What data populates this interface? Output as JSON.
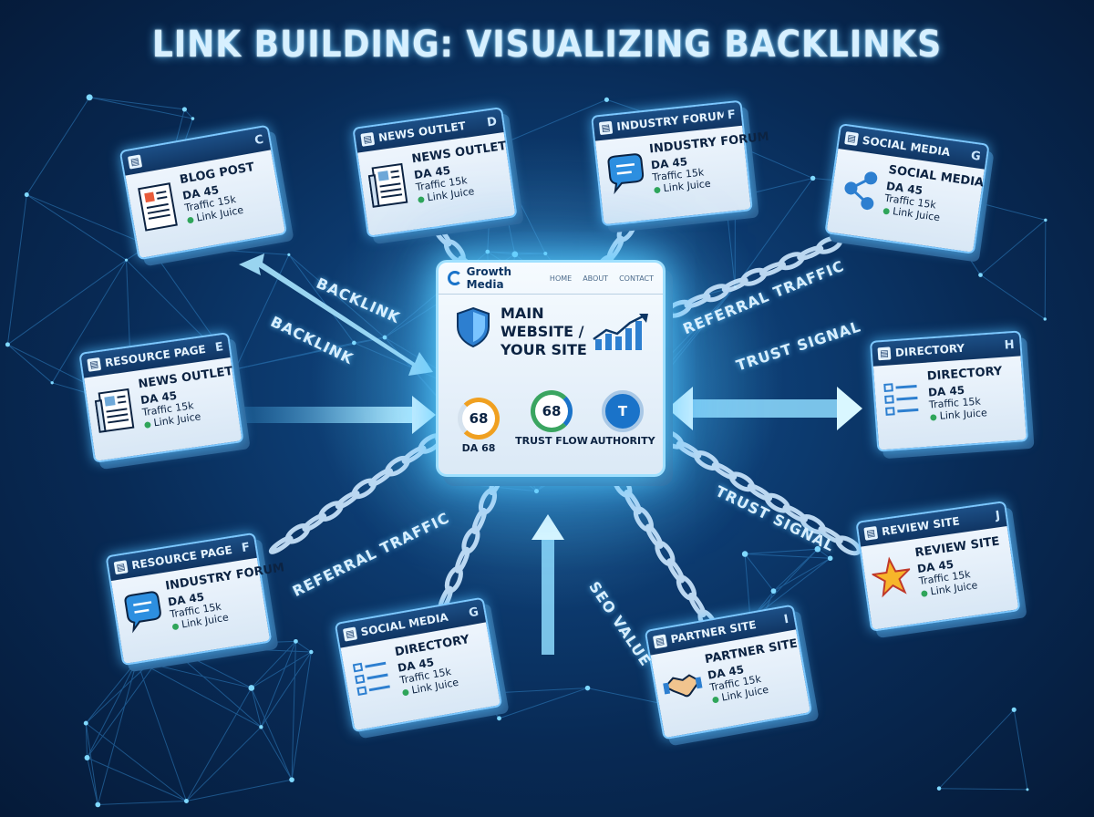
{
  "title": "LINK BUILDING: VISUALIZING BACKLINKS",
  "main_site": {
    "brand": "Growth Media",
    "nav": [
      "HOME",
      "ABOUT",
      "CONTACT"
    ],
    "title": "MAIN WEBSITE / YOUR SITE",
    "metrics": [
      {
        "value": "68",
        "label": "DA 68"
      },
      {
        "value": "68",
        "label": "TRUST FLOW"
      },
      {
        "value": "T",
        "label": "AUTHORITY"
      }
    ]
  },
  "cards": [
    {
      "header": "",
      "letter": "C",
      "name": "BLOG POST",
      "da": "DA 45",
      "traffic": "Traffic 15k",
      "juice": "Link Juice",
      "icon": "document-icon"
    },
    {
      "header": "NEWS OUTLET",
      "letter": "D",
      "name": "NEWS OUTLET",
      "da": "DA 45",
      "traffic": "Traffic 15k",
      "juice": "Link Juice",
      "icon": "newspaper-icon"
    },
    {
      "header": "INDUSTRY FORUM",
      "letter": "F",
      "name": "INDUSTRY FORUM",
      "da": "DA 45",
      "traffic": "Traffic 15k",
      "juice": "Link Juice",
      "icon": "chat-bubble-icon"
    },
    {
      "header": "SOCIAL MEDIA",
      "letter": "G",
      "name": "SOCIAL MEDIA",
      "da": "DA 45",
      "traffic": "Traffic 15k",
      "juice": "Link Juice",
      "icon": "share-icon"
    },
    {
      "header": "RESOURCE PAGE",
      "letter": "E",
      "name": "NEWS OUTLET",
      "da": "DA 45",
      "traffic": "Traffic 15k",
      "juice": "Link Juice",
      "icon": "newspaper-icon"
    },
    {
      "header": "DIRECTORY",
      "letter": "H",
      "name": "DIRECTORY",
      "da": "DA 45",
      "traffic": "Traffic 15k",
      "juice": "Link Juice",
      "icon": "list-icon"
    },
    {
      "header": "RESOURCE PAGE",
      "letter": "F",
      "name": "INDUSTRY FORUM",
      "da": "DA 45",
      "traffic": "Traffic 15k",
      "juice": "Link Juice",
      "icon": "chat-bubble-icon"
    },
    {
      "header": "SOCIAL MEDIA",
      "letter": "G",
      "name": "DIRECTORY",
      "da": "DA 45",
      "traffic": "Traffic 15k",
      "juice": "Link Juice",
      "icon": "list-icon"
    },
    {
      "header": "PARTNER SITE",
      "letter": "I",
      "name": "PARTNER SITE",
      "da": "DA 45",
      "traffic": "Traffic 15k",
      "juice": "Link Juice",
      "icon": "handshake-icon"
    },
    {
      "header": "REVIEW SITE",
      "letter": "J",
      "name": "REVIEW SITE",
      "da": "DA 45",
      "traffic": "Traffic 15k",
      "juice": "Link Juice",
      "icon": "star-icon"
    }
  ],
  "labels": [
    "BACKLINK",
    "BACKLINK",
    "REFERRAL TRAFFIC",
    "TRUST SIGNAL",
    "REFERRAL TRAFFIC",
    "TRUST SIGNAL",
    "SEO VALUE"
  ],
  "colors": {
    "background": "#082a55",
    "glow": "#5ac8ff",
    "card_header": "#103563",
    "juice_dot": "#2fa55a",
    "ring_orange": "#f0a020",
    "ring_green": "#3aa560",
    "ring_blue": "#1a73c9"
  }
}
